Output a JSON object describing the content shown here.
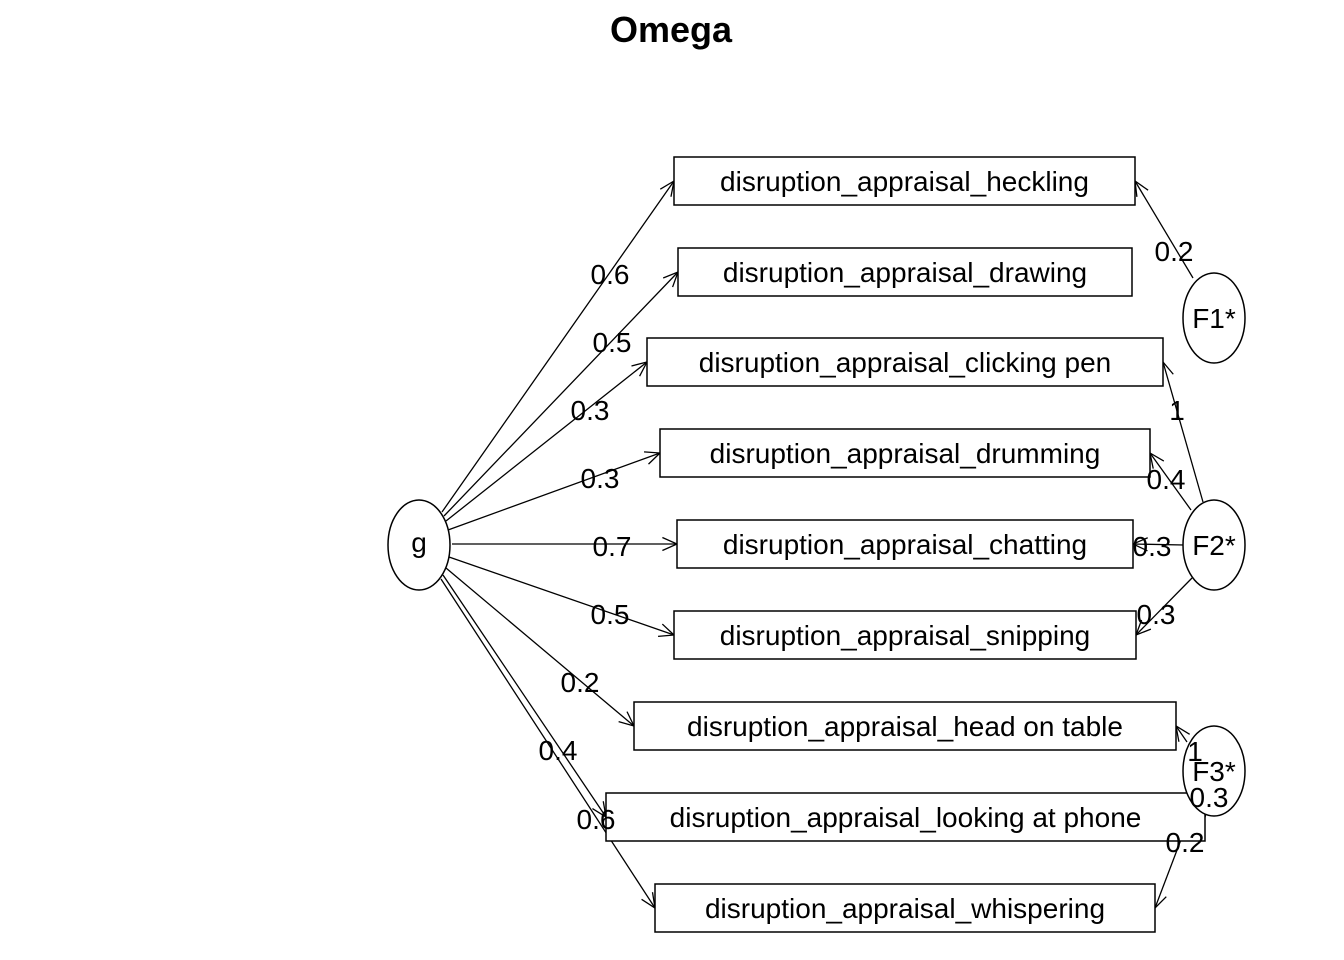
{
  "title": "Omega",
  "items": [
    "disruption_appraisal_heckling",
    "disruption_appraisal_drawing",
    "disruption_appraisal_clicking pen",
    "disruption_appraisal_drumming",
    "disruption_appraisal_chatting",
    "disruption_appraisal_snipping",
    "disruption_appraisal_head on table",
    "disruption_appraisal_looking  at phone",
    "disruption_appraisal_whispering"
  ],
  "general_factor": {
    "label": "g",
    "loadings": [
      "0.6",
      "0.5",
      "0.3",
      "0.3",
      "0.7",
      "0.5",
      "0.2",
      "0.4",
      "0.6"
    ]
  },
  "group_factors": [
    {
      "label": "F1*",
      "edges": [
        {
          "item": 0,
          "loading": "0.2"
        }
      ]
    },
    {
      "label": "F2*",
      "edges": [
        {
          "item": 2,
          "loading": "1"
        },
        {
          "item": 3,
          "loading": "0.4"
        },
        {
          "item": 4,
          "loading": "0.3"
        },
        {
          "item": 5,
          "loading": "0.3"
        }
      ]
    },
    {
      "label": "F3*",
      "edges": [
        {
          "item": 6,
          "loading": "1"
        },
        {
          "item": 7,
          "loading": "0.3"
        },
        {
          "item": 8,
          "loading": "0.2"
        }
      ]
    }
  ]
}
